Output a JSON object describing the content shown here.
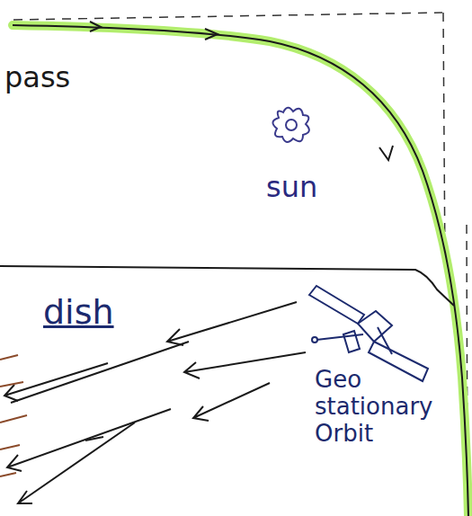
{
  "diagram": {
    "labels": [
      "pass",
      "sun",
      "dish",
      "Geo stationary Orbit"
    ]
  }
}
